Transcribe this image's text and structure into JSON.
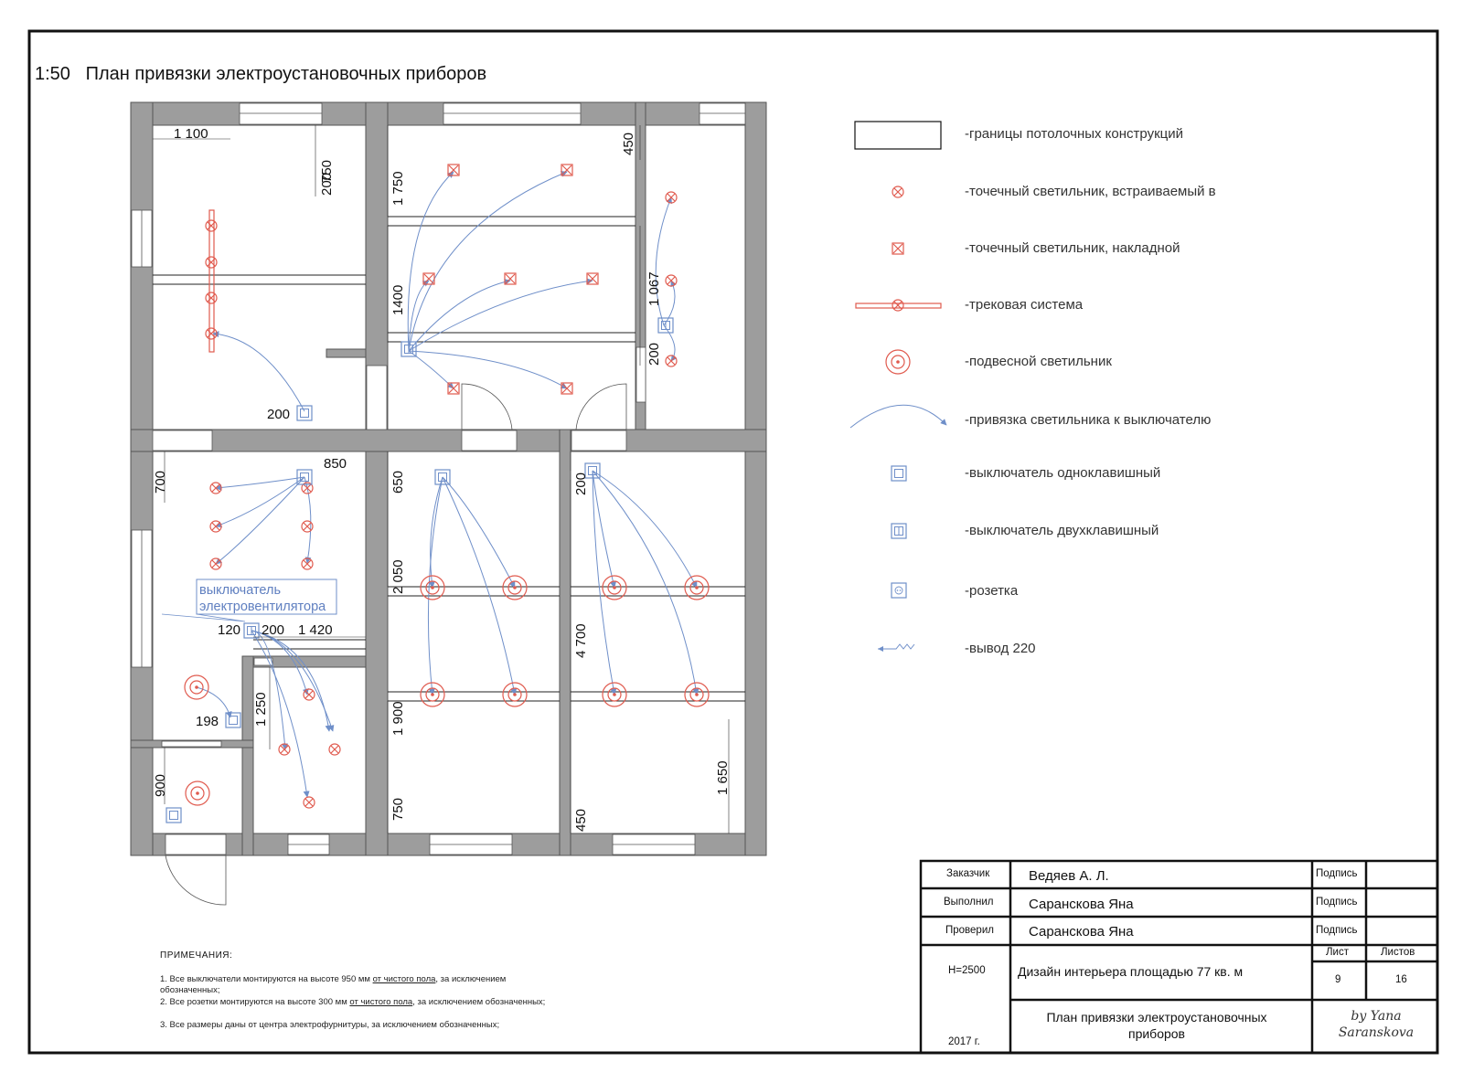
{
  "sheet": {
    "scale": "1:50",
    "title": "План привязки электроустановочных приборов"
  },
  "legend": [
    {
      "symbol": "ceiling-border",
      "label": "-границы потолочных конструкций"
    },
    {
      "symbol": "recessed-spot",
      "label": "-точечный светильник, встраиваемый в"
    },
    {
      "symbol": "surface-spot",
      "label": "-точечный светильник, накладной"
    },
    {
      "symbol": "track",
      "label": "-трековая система"
    },
    {
      "symbol": "pendant",
      "label": "-подвесной светильник"
    },
    {
      "symbol": "link-arrow",
      "label": "-привязка светильника к выключателю"
    },
    {
      "symbol": "switch-single",
      "label": "-выключатель одноклавишный"
    },
    {
      "symbol": "switch-double",
      "label": "-выключатель двухклавишный"
    },
    {
      "symbol": "socket",
      "label": "-розетка"
    },
    {
      "symbol": "outlet-220",
      "label": "-вывод 220"
    }
  ],
  "plan": {
    "dimensions": {
      "d1100": "1 100",
      "d750": "750",
      "d200a": "200",
      "d200b": "200",
      "d1750": "1 750",
      "d450a": "450",
      "d1400": "1400",
      "d1067": "1 067",
      "d200c": "200",
      "d850": "850",
      "d700": "700",
      "d650": "650",
      "d200d": "200",
      "d2050": "2 050",
      "d4700": "4 700",
      "d120": "120",
      "d200e": "200",
      "d1420": "1 420",
      "d1250": "1 250",
      "d198": "198",
      "d1900": "1 900",
      "d900": "900",
      "d750b": "750",
      "d450b": "450",
      "d1650": "1 650"
    },
    "callout": {
      "line1": "выключатель",
      "line2": "электровентилятора"
    }
  },
  "notes": {
    "heading": "ПРИМЕЧАНИЯ:",
    "n1a": "1. Все выключатели монтируются на высоте 950 мм ",
    "n1b": "от чистого пола",
    "n1c": ", за исключением обозначенных;",
    "n2a": "2. Все розетки монтируются на высоте 300 мм ",
    "n2b": "от чистого пола",
    "n2c": ", за исключением обозначенных;",
    "n3": "3. Все размеры даны от центра электрофурнитуры, за исключением обозначенных;"
  },
  "stamp": {
    "client_label": "Заказчик",
    "client": "Ведяев А. Л.",
    "done_label": "Выполнил",
    "done": "Саранскова Яна",
    "check_label": "Проверил",
    "check": "Саранскова Яна",
    "sign1": "Подпись",
    "sign2": "Подпись",
    "sign3": "Подпись",
    "height": "Н=2500",
    "year": "2017 г.",
    "project": "Дизайн интерьера площадью 77 кв. м",
    "sheet_label": "Лист",
    "sheets_label": "Листов",
    "sheet_no": "9",
    "sheets_total": "16",
    "drawing_line1": "План привязки электроустановочных",
    "drawing_line2": "приборов",
    "signature_line1": "by Yana",
    "signature_line2": "Saranskova"
  },
  "colors": {
    "wall": "#9d9d9d",
    "fixture": "#e05a4e",
    "link": "#6f8fc9",
    "switch": "#6f8fc9"
  }
}
